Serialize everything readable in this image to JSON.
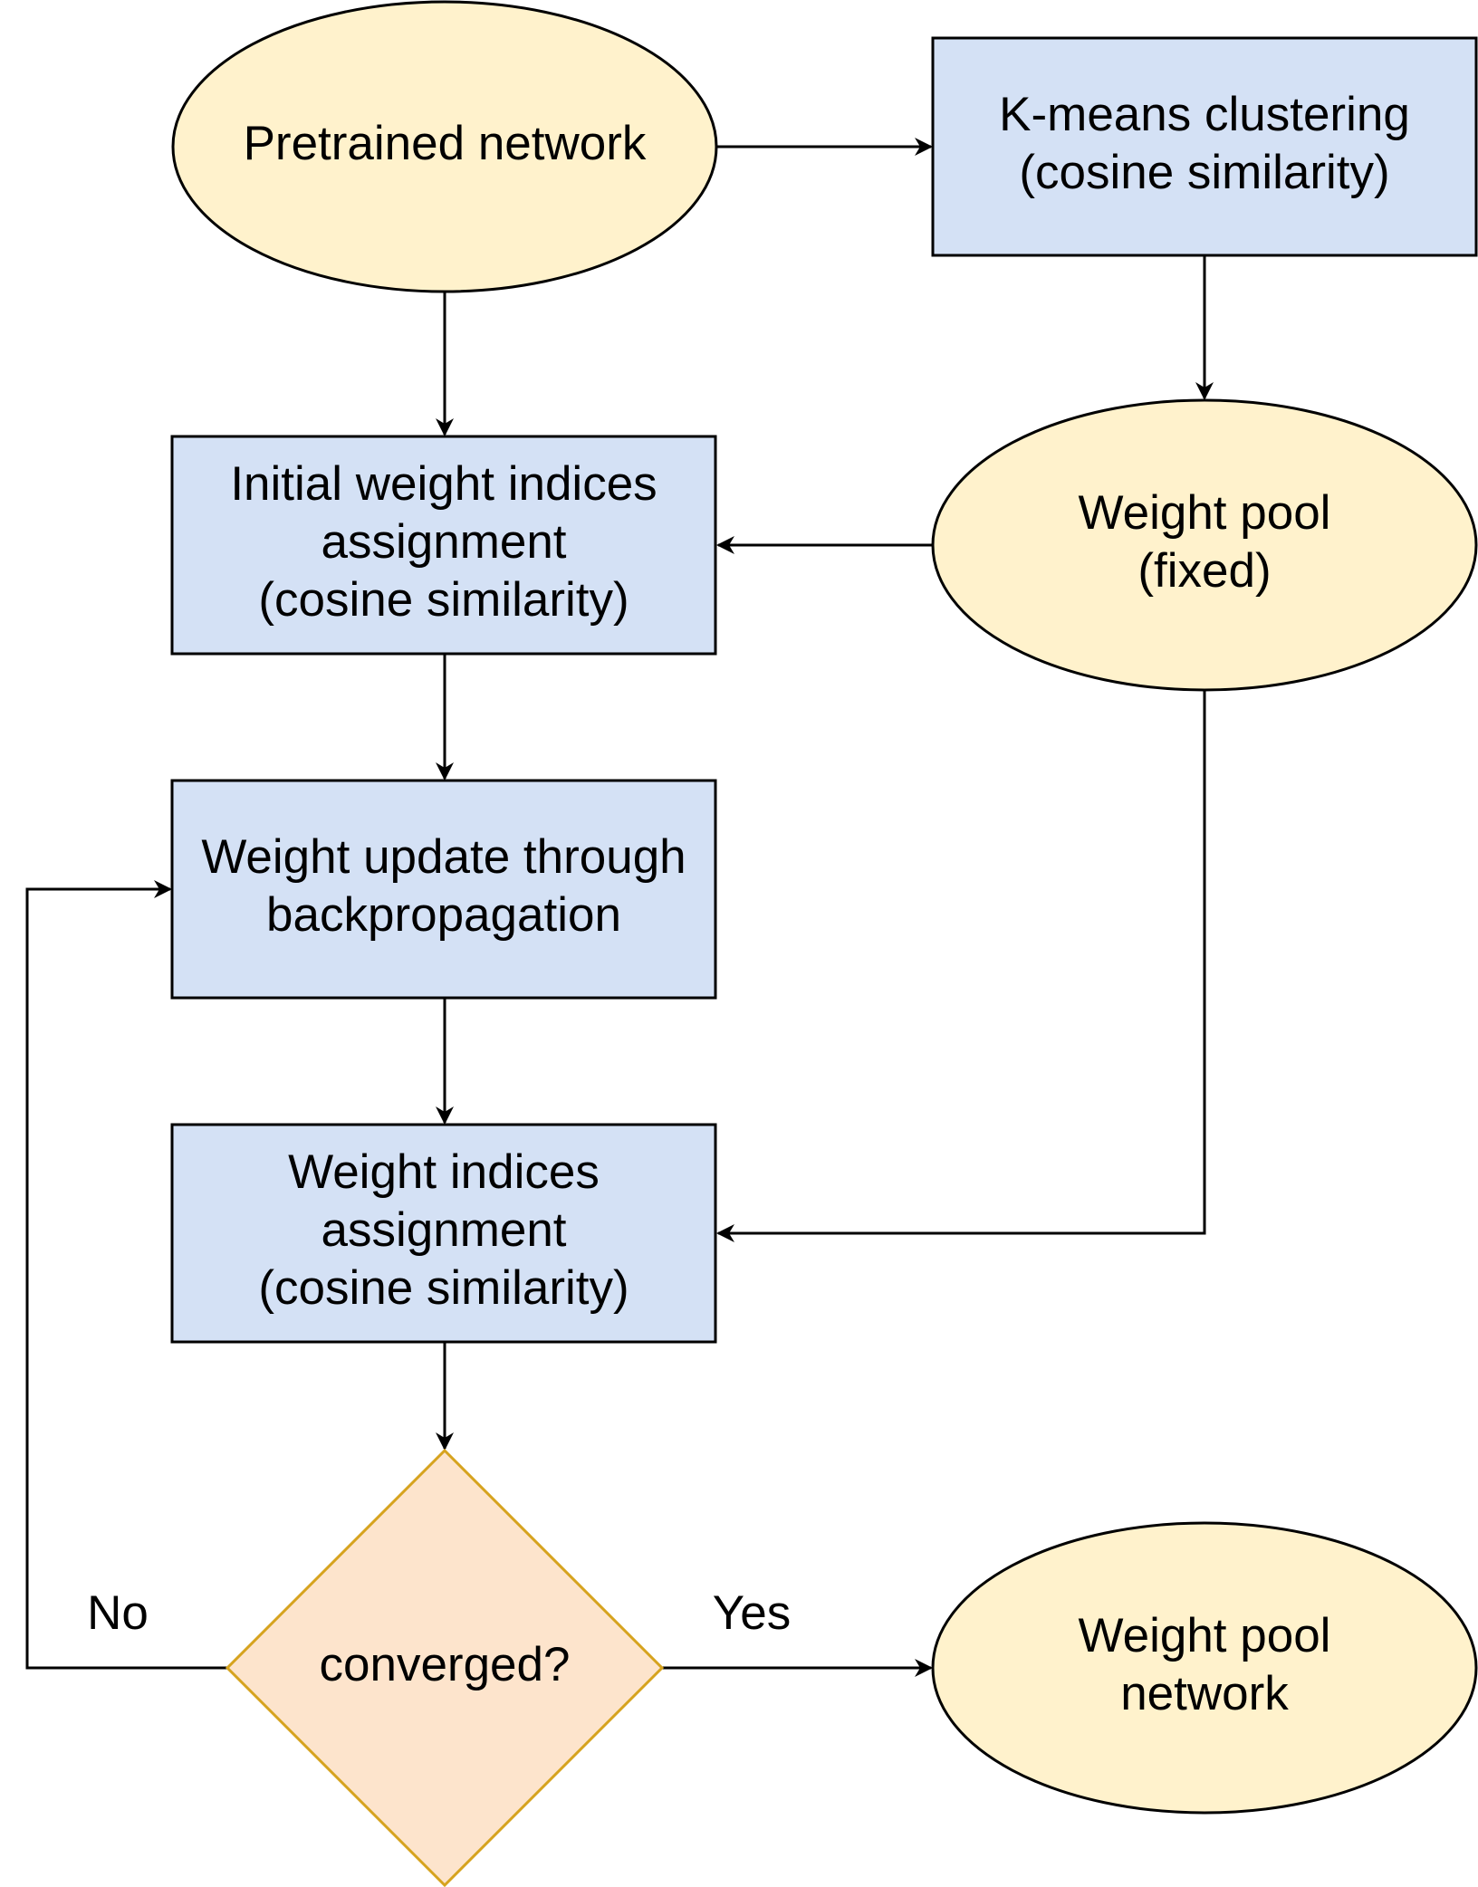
{
  "colors": {
    "ellipse_fill": "#fff2cc",
    "rect_fill": "#d4e1f5",
    "diamond_fill": "#fde4cc",
    "diamond_stroke": "#d6a31e",
    "stroke": "#000000"
  },
  "nodes": {
    "pretrained": {
      "lines": [
        "Pretrained network"
      ]
    },
    "kmeans": {
      "lines": [
        "K-means clustering",
        "(cosine similarity)"
      ]
    },
    "weight_pool": {
      "lines": [
        "Weight pool",
        "(fixed)"
      ]
    },
    "initial_assign": {
      "lines": [
        "Initial weight indices",
        "assignment",
        "(cosine similarity)"
      ]
    },
    "weight_update": {
      "lines": [
        "Weight update through",
        "backpropagation"
      ]
    },
    "indices_assign": {
      "lines": [
        "Weight indices",
        "assignment",
        "(cosine similarity)"
      ]
    },
    "converged": {
      "lines": [
        "converged?"
      ]
    },
    "pool_network": {
      "lines": [
        "Weight pool",
        "network"
      ]
    }
  },
  "edge_labels": {
    "no": "No",
    "yes": "Yes"
  }
}
